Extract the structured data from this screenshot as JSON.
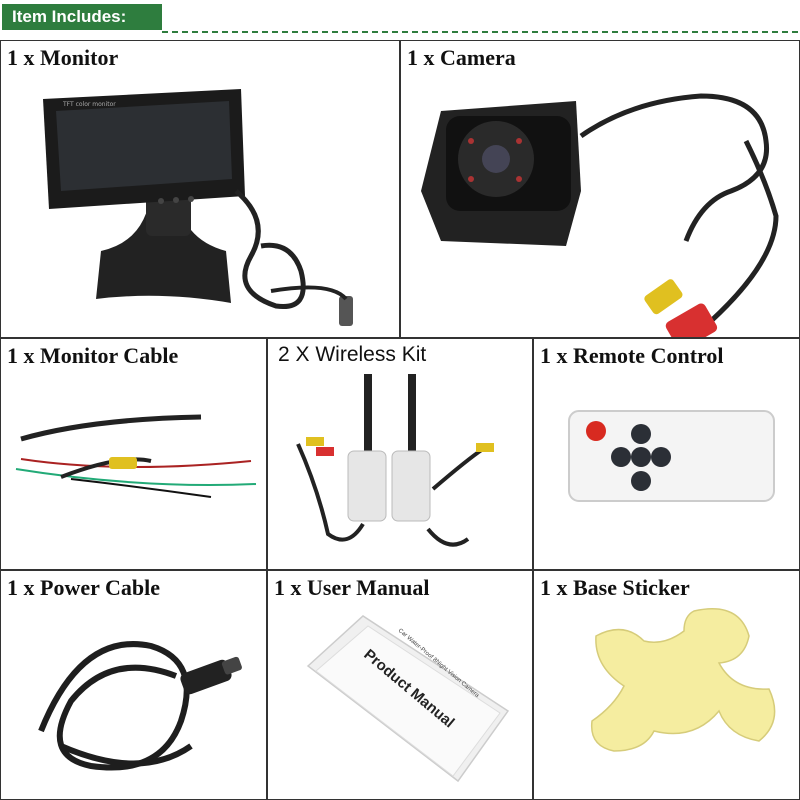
{
  "header": {
    "title": "Item Includes:"
  },
  "items": [
    {
      "label": "1 x Monitor",
      "icon": "monitor-icon",
      "screen_text": "TFT color monitor"
    },
    {
      "label": "1 x Camera",
      "icon": "camera-icon"
    },
    {
      "label": "1 x Monitor Cable",
      "icon": "monitor-cable-icon"
    },
    {
      "label": "2 X Wireless Kit",
      "icon": "wireless-kit-icon"
    },
    {
      "label": "1 x Remote Control",
      "icon": "remote-control-icon"
    },
    {
      "label": "1 x Power Cable",
      "icon": "power-cable-icon"
    },
    {
      "label": "1 x User Manual",
      "icon": "user-manual-icon",
      "manual_title": "Product Manual",
      "manual_subtitle": "Car Water-Proof 8Night Vision Camera"
    },
    {
      "label": "1 x Base Sticker",
      "icon": "base-sticker-icon"
    }
  ],
  "colors": {
    "banner": "#2e7d3e",
    "border": "#333333",
    "sticker": "#f5eda0"
  }
}
